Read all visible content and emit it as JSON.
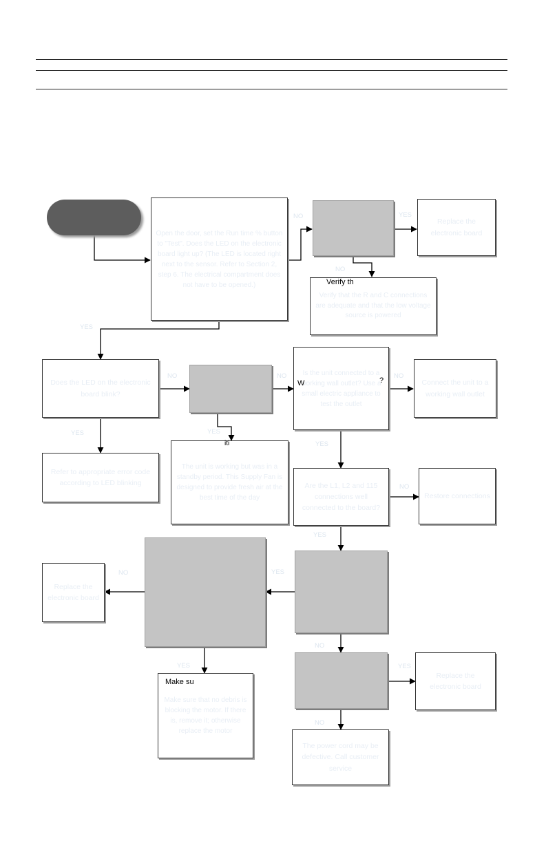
{
  "boxes": {
    "check_led": "Open the door, set the Run time % button to \"Test\". Does the LED on the electronic board light up? (The LED is located right next to the sensor. Refer to Section 2, step 6. The electrical compartment does not have to be opened.)",
    "check_voltage": "",
    "replace_board_1": "Replace the electronic board",
    "verify_r_c": "Verify that the R and C connections are adequate and that the low voltage source is powered",
    "verify_r_c_fragment": "Verify th",
    "led_blink": "Does the LED on the electronic board blink?",
    "check_standby": "",
    "outlet_check": "Is the unit connected to a working wall outlet? Use a small electric appliance to test the outlet",
    "outlet_fragment": "W",
    "outlet_fragment_end": "?",
    "connect_unit": "Connect the unit to a working wall outlet",
    "error_code": "Refer to appropriate error code according to LED blinking",
    "standby_period": "The unit is working but was in a standby period. This Supply Fan is designed to provide fresh air at the best time of the day",
    "standby_fragment": "iti",
    "connections_check": "Are the L1, L2 and 115 connections well connected to the board?",
    "restore_connections": "Restore connections",
    "motor_check": "",
    "replace_board_2": "Replace the electronic board",
    "motor_voltage_check": "",
    "debris": "Make sure that no debris is blocking the motor. If there is, remove it; otherwise replace the motor",
    "debris_fragment": "Make su",
    "board_check": "",
    "replace_board_3": "Replace the electronic board",
    "power_cord": "The power cord may be defective. Call customer service"
  },
  "labels": {
    "yes": "YES",
    "no": "NO"
  },
  "colors": {
    "start_fill": "#5d5d5d",
    "gray_fill": "#c4c4c4",
    "faded_text": "#e8eef5"
  }
}
